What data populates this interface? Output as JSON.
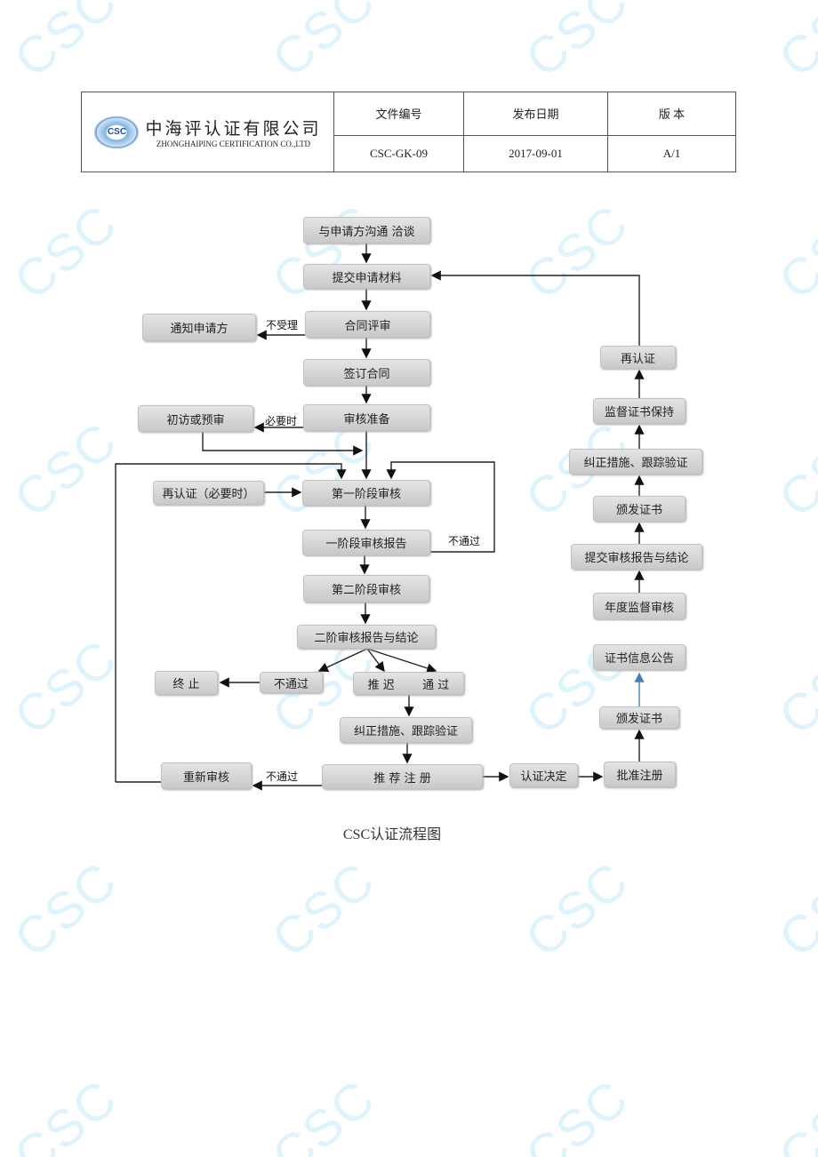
{
  "header": {
    "company_cn": "中海评认证有限公司",
    "company_en": "ZHONGHAIPING CERTIFICATION CO.,LTD",
    "seal_text": "CSC",
    "col_doc_no": "文件编号",
    "col_date": "发布日期",
    "col_version": "版 本",
    "doc_no": "CSC-GK-09",
    "date": "2017-09-01",
    "version": "A/1"
  },
  "watermark": "CSC",
  "flow": {
    "b1": "与申请方沟通 洽谈",
    "b2": "提交申请材料",
    "b3": "合同评审",
    "b4": "签订合同",
    "b5": "审核准备",
    "b6": "通知申请方",
    "b7": "初访或预审",
    "b8": "再认证（必要时）",
    "b9": "第一阶段审核",
    "b10": "一阶段审核报告",
    "b11": "第二阶段审核",
    "b12": "二阶审核报告与结论",
    "b13": "终 止",
    "b14": "不通过",
    "b15a": "推 迟",
    "b15b": "通 过",
    "b16": "纠正措施、跟踪验证",
    "b17": "推 荐 注 册",
    "b18": "重新审核",
    "b19": "认证决定",
    "b20": "批准注册",
    "b21": "颁发证书",
    "b22": "证书信息公告",
    "b23": "年度监督审核",
    "b24": "提交审核报告与结论",
    "b25": "颁发证书",
    "b26": "纠正措施、跟踪验证",
    "b27": "监督证书保持",
    "b28": "再认证",
    "l_reject": "不受理",
    "l_need": "必要时",
    "l_fail1": "不通过",
    "l_fail2": "不通过"
  },
  "caption": "CSC认证流程图"
}
